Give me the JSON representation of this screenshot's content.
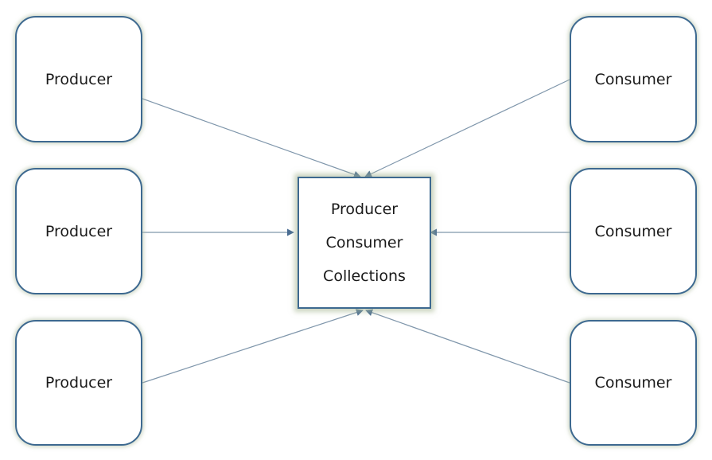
{
  "producers": [
    {
      "label": "Producer"
    },
    {
      "label": "Producer"
    },
    {
      "label": "Producer"
    }
  ],
  "consumers": [
    {
      "label": "Consumer"
    },
    {
      "label": "Consumer"
    },
    {
      "label": "Consumer"
    }
  ],
  "hub": {
    "lines": [
      "Producer",
      "Consumer",
      "Collections"
    ]
  },
  "colors": {
    "border": "#3d6990",
    "connector": "#7f96ab",
    "arrow": "#4a6d93"
  }
}
